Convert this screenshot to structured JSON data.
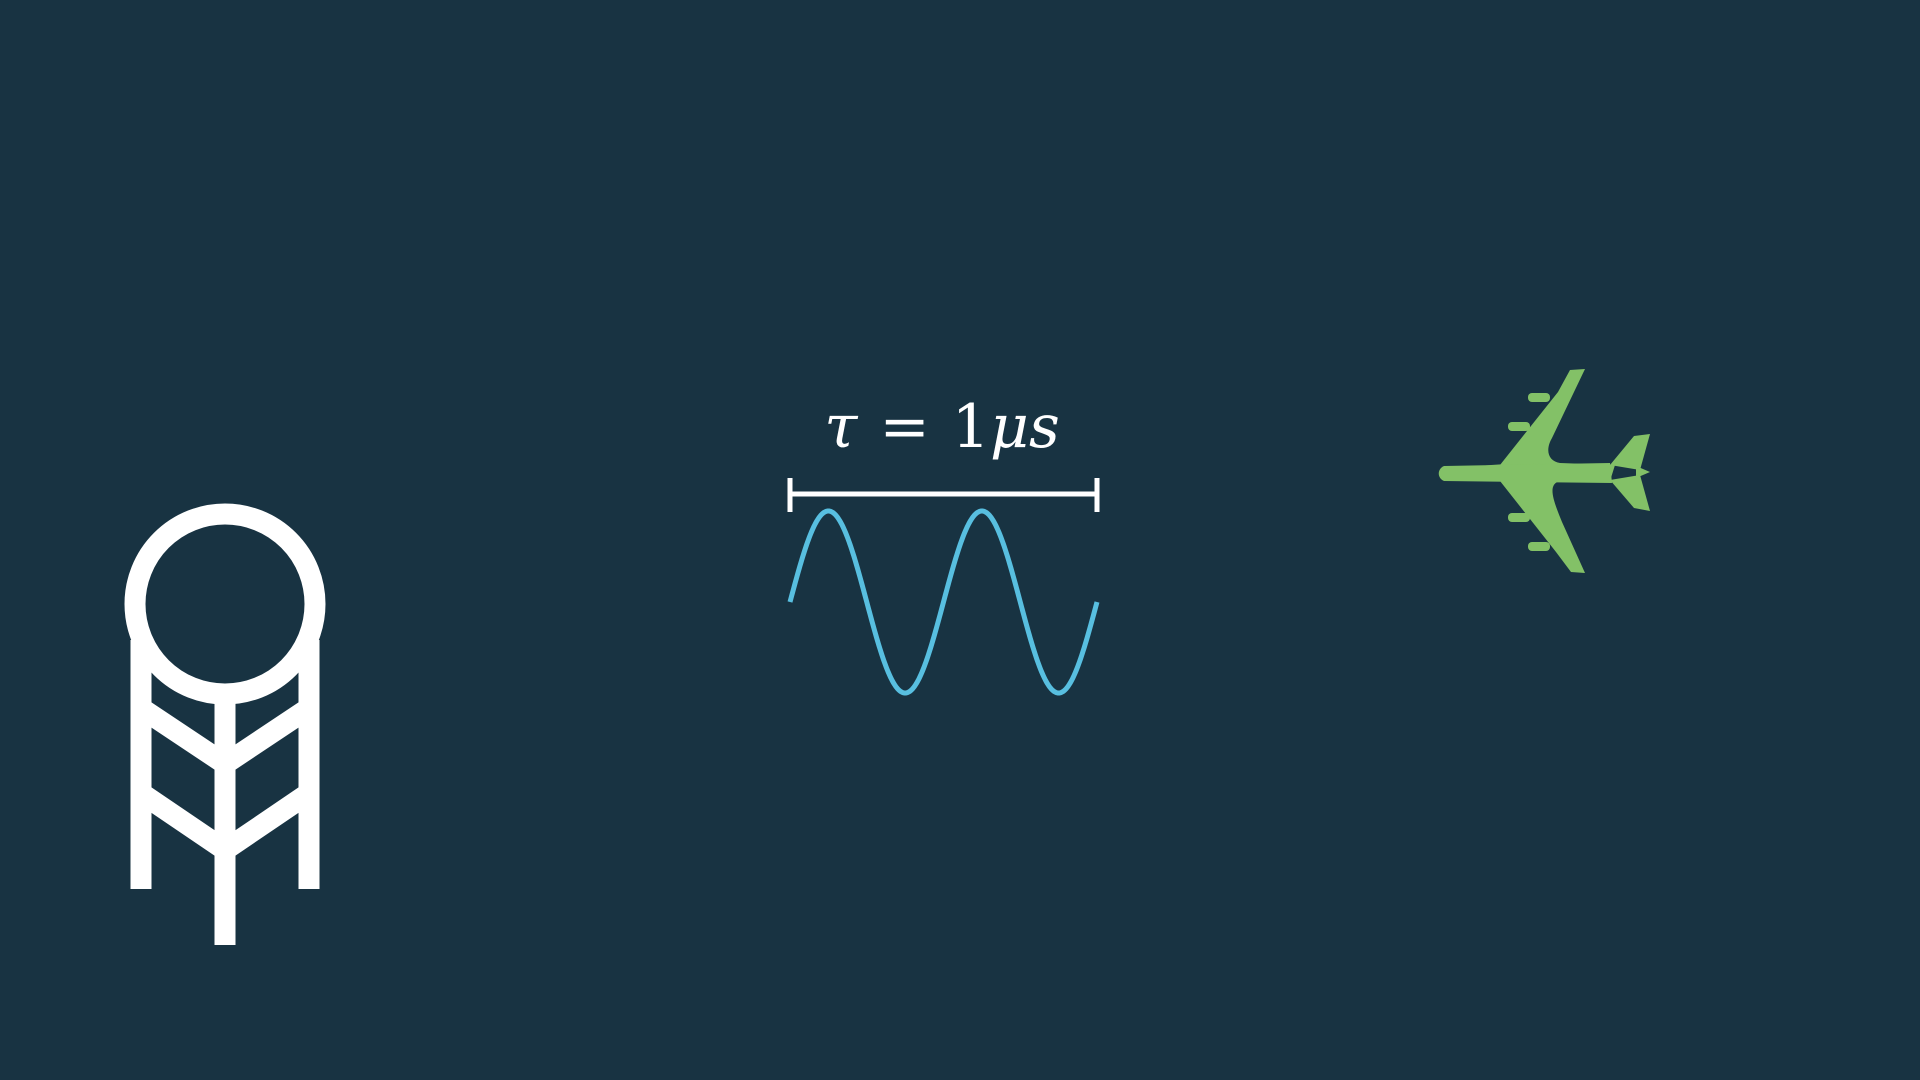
{
  "background_color": "#183342",
  "foreground_color": "#ffffff",
  "wave_color": "#58bfe0",
  "aircraft_color": "#83c167",
  "label": {
    "tau": "τ",
    "equals": "=",
    "one": "1",
    "mu": "μ",
    "s": "s"
  },
  "icons": {
    "radar": "radar-tower-icon",
    "aircraft": "airplane-icon"
  },
  "wave": {
    "cycles": 2
  }
}
